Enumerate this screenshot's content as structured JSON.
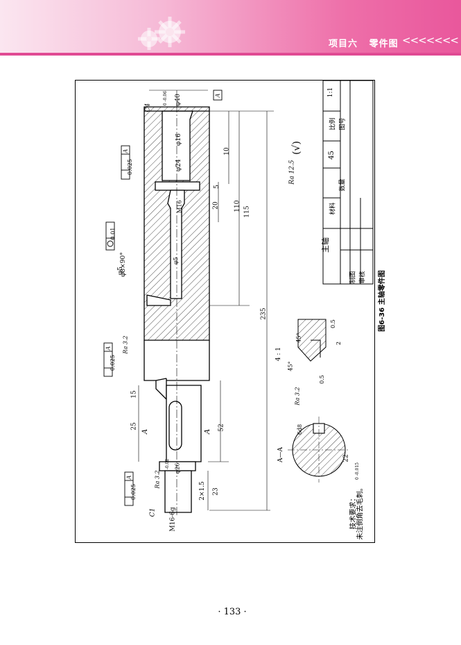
{
  "header": {
    "title": "项目六   零件图",
    "chevrons": "<<<<<<<"
  },
  "figure": {
    "caption": "图6-36   主轴零件图",
    "notes": {
      "heading": "技术要求：",
      "line1": "未注倒角去毛刺。"
    },
    "title_block": {
      "part_name": "主轴",
      "material_label": "材料",
      "material_value": "45",
      "scale_label": "比例",
      "scale_value": "1:1",
      "quantity_label": "数量",
      "drawing_no_label": "图号",
      "drawn_by_label": "制图",
      "reviewed_by_label": "审核"
    },
    "roughness": {
      "general": "Ra 12.5",
      "general_suffix": "(√)",
      "surface_1": "Ra 3.2",
      "surface_2": "Ra 3.2",
      "surface_3": "Ra 3.2"
    },
    "dimensions": {
      "d40": "φ40",
      "d40_tol": "0  -0.06",
      "c4": "C4",
      "d16": "φ16",
      "d24": "φ24",
      "m16": "M16",
      "d5": "φ5",
      "d5_cone": "φ8×90°",
      "d5_label": "φ5",
      "d26": "φ26",
      "d26_tol": "-0.02",
      "m16_6g": "M16-6g",
      "c1": "C1",
      "thread_relief": "2×1.5",
      "len_10": "10",
      "len_5": "5",
      "len_20": "20",
      "len_110": "110",
      "len_115": "115",
      "len_235": "235",
      "len_15": "15",
      "len_25": "25",
      "len_52": "52",
      "len_23": "23",
      "detail_scale": "4 : 1",
      "angle_45a": "45°",
      "angle_45b": "45°",
      "det_05a": "0.5",
      "det_2": "2",
      "det_05b": "0.5",
      "section_label": "A—A",
      "keyway_width": "6d8",
      "keyway_depth": "22",
      "keyway_depth_tol": "0  -0.015",
      "section_a": "A"
    },
    "tolerances": {
      "runout_1": "0.025",
      "runout_1_datum": "A",
      "roundness": "0.01",
      "perpendicular": "0.025",
      "perpendicular_datum": "A",
      "runout_2": "0.025",
      "runout_2_datum": "A",
      "datum_top": "A"
    }
  },
  "page_number": "· 133 ·"
}
